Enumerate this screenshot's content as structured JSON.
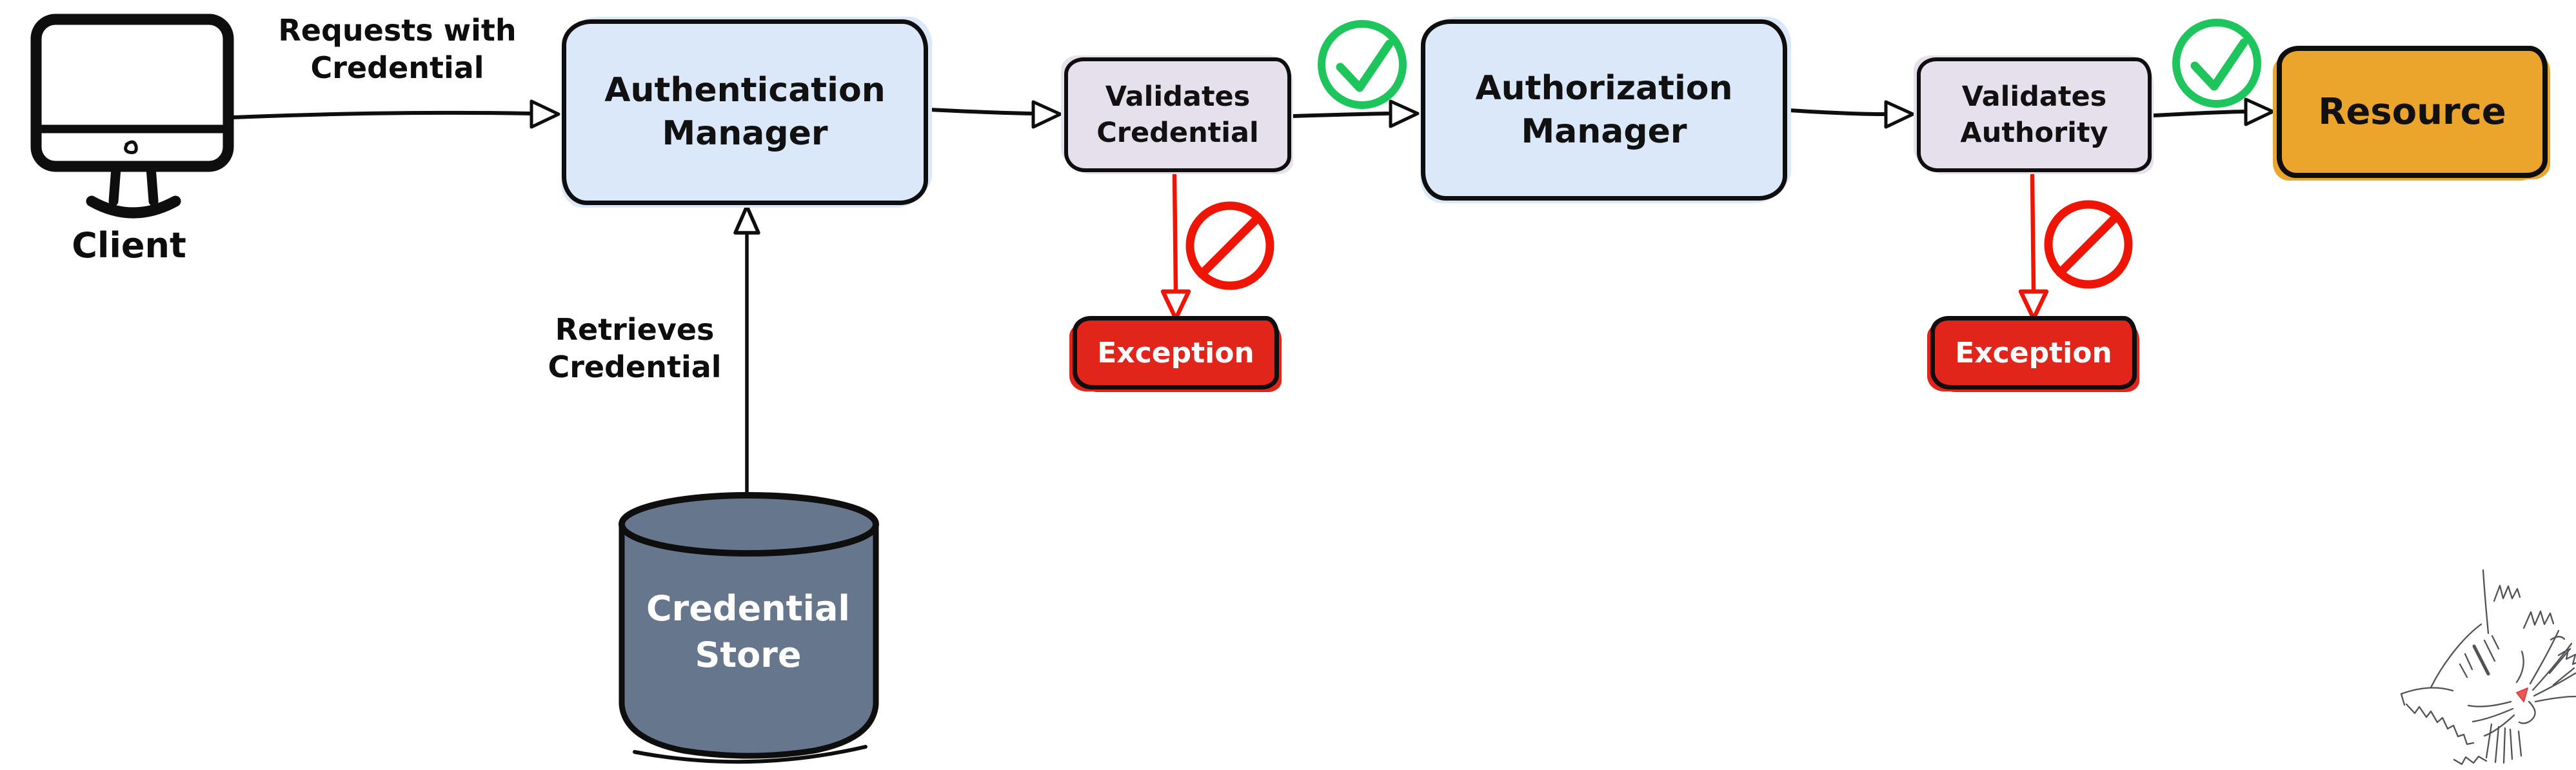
{
  "nodes": {
    "client": {
      "label": "Client"
    },
    "authentication_manager": {
      "line1": "Authentication",
      "line2": "Manager"
    },
    "validates_credential": {
      "line1": "Validates",
      "line2": "Credential"
    },
    "authorization_manager": {
      "line1": "Authorization",
      "line2": "Manager"
    },
    "validates_authority": {
      "line1": "Validates",
      "line2": "Authority"
    },
    "resource": {
      "label": "Resource"
    },
    "exception_credential": {
      "label": "Exception"
    },
    "exception_authority": {
      "label": "Exception"
    },
    "credential_store": {
      "line1": "Credential",
      "line2": "Store"
    }
  },
  "edge_labels": {
    "requests_with_credential": {
      "line1": "Requests",
      "line2": "with Credential"
    },
    "retrieves_credential": {
      "line1": "Retrieves",
      "line2": "Credential"
    }
  },
  "icons": {
    "client": "desktop-computer-icon",
    "success_1": "green-check-circle-icon",
    "success_2": "green-check-circle-icon",
    "denied_1": "red-prohibition-icon",
    "denied_2": "red-prohibition-icon",
    "store": "database-cylinder",
    "watermark": "cat-sketch"
  },
  "colors": {
    "background": "#ffffff",
    "manager_fill": "#dbe8f9",
    "validates_fill": "#e6dfec",
    "resource_fill": "#eba42c",
    "exception_fill": "#e1251b",
    "store_fill": "#66768d",
    "success_green": "#1ec45c",
    "error_red": "#ee1505",
    "outline_black": "#0e0e0e",
    "text_dark": "#111111",
    "text_light": "#ffffff",
    "sketch_gray": "#3f3f46",
    "cat_nose_red": "#ef4444"
  }
}
